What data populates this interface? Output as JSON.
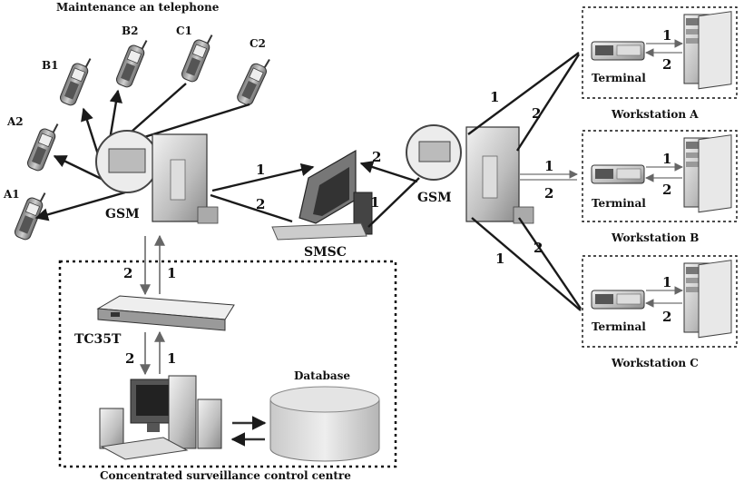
{
  "diagram": {
    "header_label": "Maintenance an telephone",
    "phones": [
      {
        "id": "A1",
        "label": "A1"
      },
      {
        "id": "A2",
        "label": "A2"
      },
      {
        "id": "B1",
        "label": "B1"
      },
      {
        "id": "B2",
        "label": "B2"
      },
      {
        "id": "C1",
        "label": "C1"
      },
      {
        "id": "C2",
        "label": "C2"
      }
    ],
    "gsm_left_label": "GSM",
    "gsm_right_label": "GSM",
    "smsc_label": "SMSC",
    "tc35t_label": "TC35T",
    "database_label": "Database",
    "control_centre_label": "Concentrated  surveillance control centre",
    "workstations": [
      {
        "id": "A",
        "label": "Workstation  A",
        "terminal_label": "Terminal",
        "link_in": "1",
        "link_out": "2"
      },
      {
        "id": "B",
        "label": "Workstation  B",
        "terminal_label": "Terminal",
        "link_in": "1",
        "link_out": "2"
      },
      {
        "id": "C",
        "label": "Workstation  C",
        "terminal_label": "Terminal",
        "link_in": "1",
        "link_out": "2"
      }
    ],
    "link_numbers": {
      "gsm_to_smsc_1": "1",
      "gsm_to_smsc_2": "2",
      "smsc_up_2": "2",
      "smsc_up_1": "1",
      "gsmR_wsA_1": "1",
      "gsmR_wsA_2": "2",
      "gsmR_wsB_1": "1",
      "gsmR_wsB_2": "2",
      "gsmR_wsC_2": "2",
      "gsmR_wsC_1": "1",
      "gsm_tc_2": "2",
      "gsm_tc_1": "1",
      "tc_pc_2": "2",
      "tc_pc_1": "1"
    }
  }
}
